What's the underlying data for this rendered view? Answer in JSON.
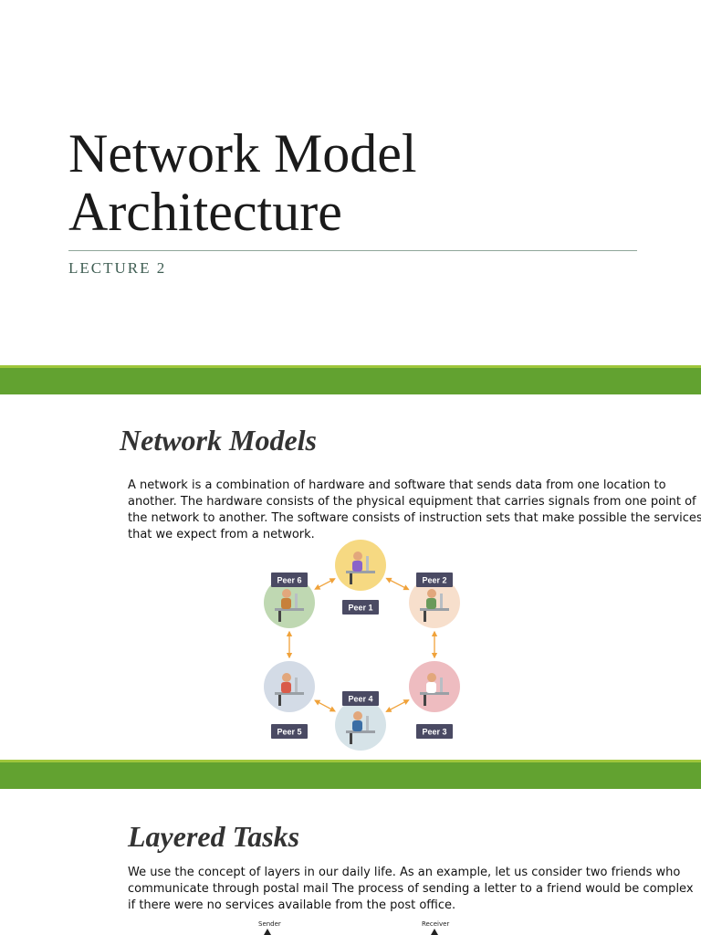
{
  "slide1": {
    "title_line1": "Network Model",
    "title_line2": "Architecture",
    "subtitle": "LECTURE 2"
  },
  "slide2": {
    "heading": "Network Models",
    "paragraph": "A network is a combination of hardware and software that sends data from one location to another. The hardware consists of the physical equipment that carries signals from one point of the network to another. The software consists of instruction sets that make possible the services that we expect from a network.",
    "diagram": {
      "peers": [
        {
          "label": "Peer 1",
          "color": "#f6d982"
        },
        {
          "label": "Peer 2",
          "color": "#f7dfcc"
        },
        {
          "label": "Peer 3",
          "color": "#eebcc0"
        },
        {
          "label": "Peer 4",
          "color": "#d6e3e8"
        },
        {
          "label": "Peer 5",
          "color": "#d3dbe6"
        },
        {
          "label": "Peer 6",
          "color": "#bfd8b2"
        }
      ],
      "arrow_color": "#f0a23a",
      "label_bg": "#4a4a63"
    }
  },
  "slide3": {
    "heading": "Layered Tasks",
    "paragraph": "We use the concept of layers in our daily life. As an example, let us consider two friends who communicate through postal mail The process of sending a letter to a friend would be complex if there were no services available from the post office.",
    "sender_label": "Sender",
    "receiver_label": "Receiver"
  },
  "theme": {
    "band_color": "#62a230",
    "band_highlight": "#9fc63b"
  }
}
